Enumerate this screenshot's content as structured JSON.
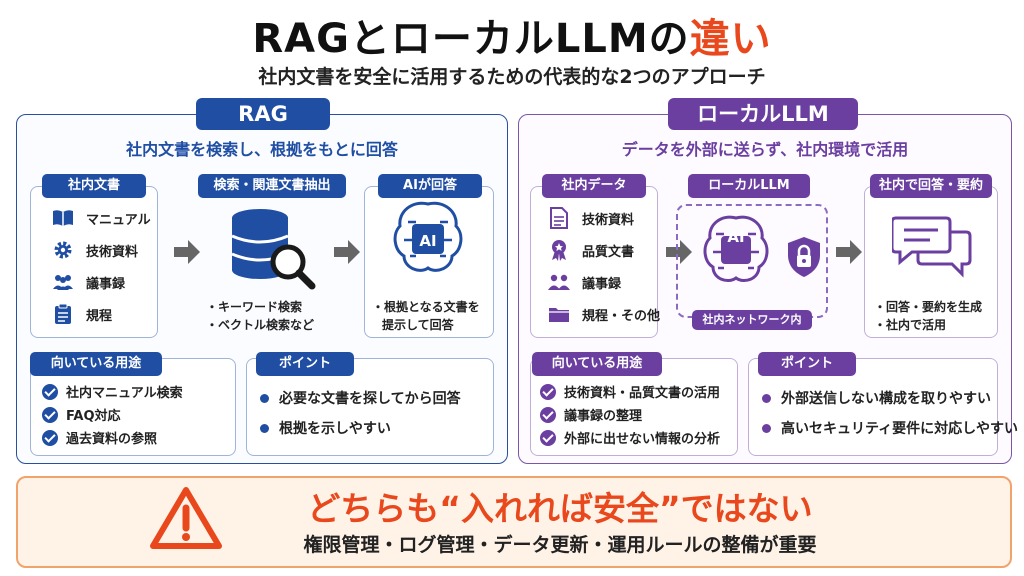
{
  "header": {
    "title_main": "RAGとローカルLLMの",
    "title_accent": "違い",
    "subtitle": "社内文書を安全に活用するための代表的な2つのアプローチ"
  },
  "rag": {
    "tag": "RAG",
    "subtitle": "社内文書を検索し、根拠をもとに回答",
    "docs": {
      "label": "社内文書",
      "items": [
        {
          "label": "マニュアル",
          "icon": "book-icon"
        },
        {
          "label": "技術資料",
          "icon": "gear-icon"
        },
        {
          "label": "議事録",
          "icon": "people-icon"
        },
        {
          "label": "規程",
          "icon": "clipboard-icon"
        }
      ]
    },
    "search": {
      "label": "検索・関連文書抽出",
      "bullets": [
        "・キーワード検索",
        "・ベクトル検索など"
      ]
    },
    "answer": {
      "label": "AIが回答",
      "ai_text": "AI",
      "bullets": [
        "・根拠となる文書を",
        "提示して回答"
      ]
    },
    "uses": {
      "label": "向いている用途",
      "items": [
        "社内マニュアル検索",
        "FAQ対応",
        "過去資料の参照"
      ]
    },
    "points": {
      "label": "ポイント",
      "items": [
        "必要な文書を探してから回答",
        "根拠を示しやすい"
      ]
    }
  },
  "llm": {
    "tag": "ローカルLLM",
    "subtitle": "データを外部に送らず、社内環境で活用",
    "data": {
      "label": "社内データ",
      "items": [
        {
          "label": "技術資料",
          "icon": "document-icon"
        },
        {
          "label": "品質文書",
          "icon": "award-icon"
        },
        {
          "label": "議事録",
          "icon": "people-icon"
        },
        {
          "label": "規程・その他",
          "icon": "folder-icon"
        }
      ]
    },
    "model": {
      "label": "ローカルLLM",
      "ai_text": "AI",
      "network_label": "社内ネットワーク内"
    },
    "output": {
      "label": "社内で回答・要約",
      "bullets": [
        "・回答・要約を生成",
        "・社内で活用"
      ]
    },
    "uses": {
      "label": "向いている用途",
      "items": [
        "技術資料・品質文書の活用",
        "議事録の整理",
        "外部に出せない情報の分析"
      ]
    },
    "points": {
      "label": "ポイント",
      "items": [
        "外部送信しない構成を取りやすい",
        "高いセキュリティ要件に対応しやすい"
      ]
    }
  },
  "warning": {
    "title": "どちらも“入れれば安全”ではない",
    "subtitle": "権限管理・ログ管理・データ更新・運用ルールの整備が重要"
  },
  "colors": {
    "rag_accent": "#1f4ea3",
    "llm_accent": "#6b3fa0",
    "warning_accent": "#e8481c"
  }
}
